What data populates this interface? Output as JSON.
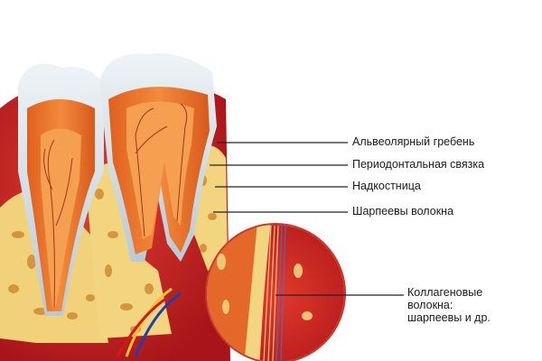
{
  "labels": {
    "alveolar_crest": "Альвеолярный гребень",
    "periodontal_ligament": "Периодонтальная связка",
    "periosteum": "Надкостница",
    "sharpey_fibers": "Шарпеевы волокна",
    "collagen_fibers": [
      "Коллагеновые",
      "волокна:",
      "шарпеевы и др."
    ]
  },
  "colors": {
    "enamel": "#d9e4ea",
    "dentin": "#e8702a",
    "pulp": "#f08a3a",
    "gum": "#c8241e",
    "bone": "#f3d77a",
    "line": "#222222"
  }
}
